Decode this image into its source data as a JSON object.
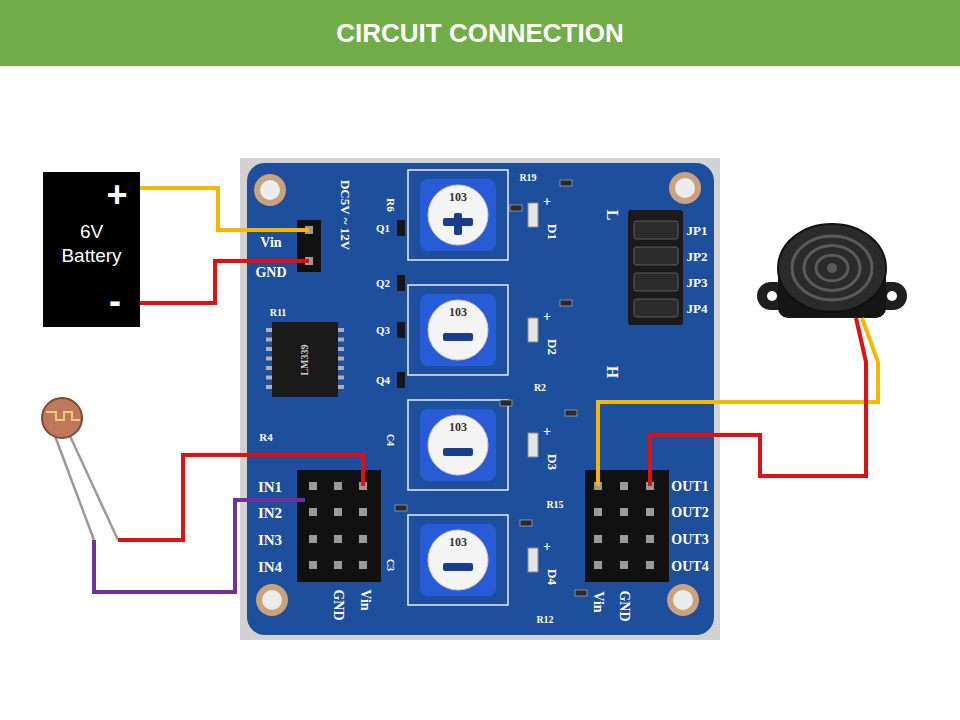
{
  "diagram": {
    "title": "CIRCUIT CONNECTION",
    "nodes": [
      {
        "text": [
          "+",
          "6V Battery",
          "-"
        ]
      }
    ],
    "labels": [
      "DC5V ~ 12V",
      "Vin",
      "GND",
      "R6",
      "Q1",
      "Q2",
      "Q3",
      "Q4",
      "R11",
      "LM339",
      "R4",
      "C4",
      "IN1",
      "IN2",
      "IN3",
      "IN4",
      "GND",
      "Vin",
      "C3",
      "103",
      "103",
      "103",
      "103",
      "D1",
      "D2",
      "D3",
      "D4",
      "+",
      "+",
      "+",
      "+",
      "R19",
      "R2",
      "R15",
      "R12",
      "JP1",
      "JP2",
      "JP3",
      "JP4",
      "L",
      "H",
      "Vin",
      "GND",
      "OUT1",
      "OUT2",
      "OUT3",
      "OUT4"
    ]
  }
}
